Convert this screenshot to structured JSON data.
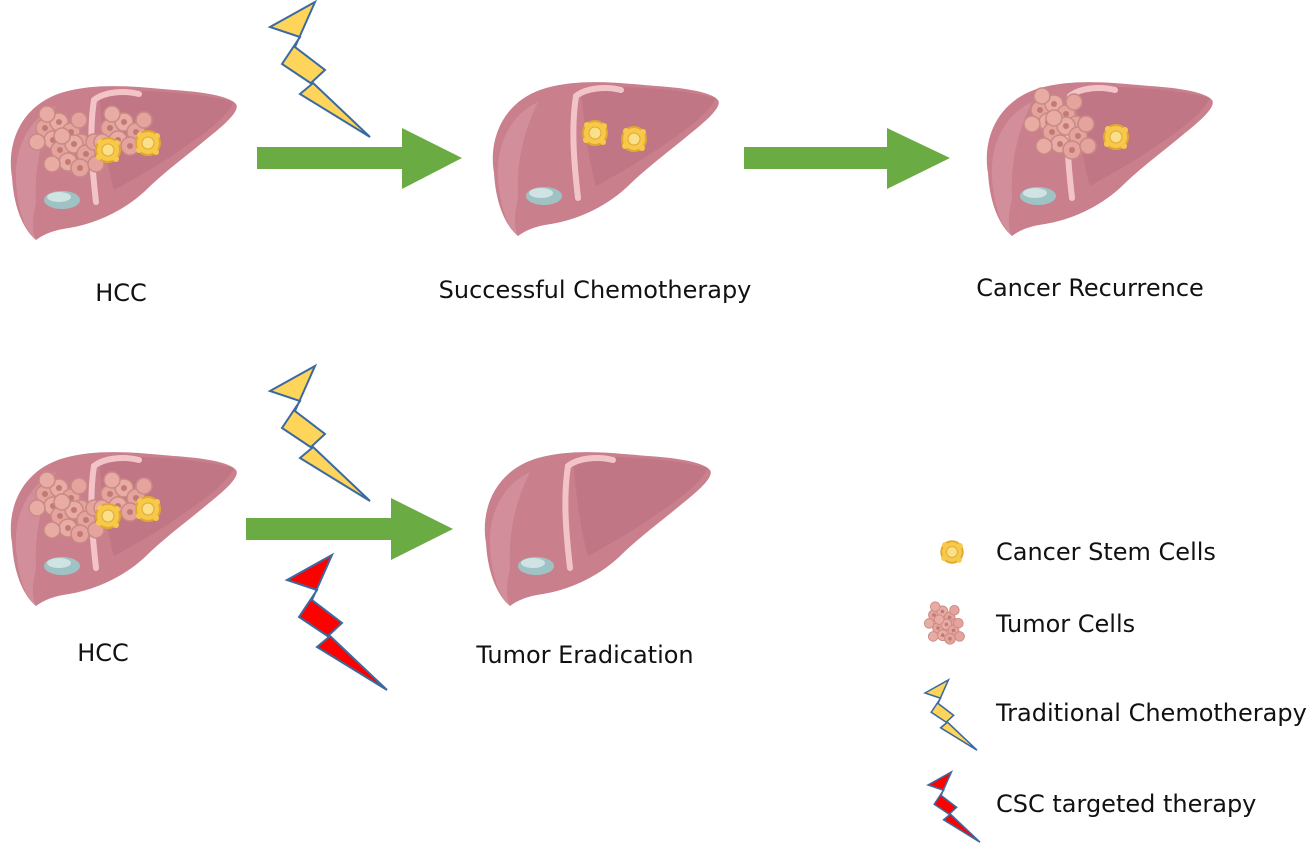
{
  "row1": {
    "stage1_label": "HCC",
    "stage2_label": "Successful Chemotherapy",
    "stage3_label": "Cancer Recurrence"
  },
  "row2": {
    "stage1_label": "HCC",
    "stage2_label": "Tumor Eradication"
  },
  "legend": {
    "items": [
      {
        "icon": "cancer-stem-cell-icon",
        "label": "Cancer Stem Cells"
      },
      {
        "icon": "tumor-cells-icon",
        "label": "Tumor Cells"
      },
      {
        "icon": "yellow-lightning-icon",
        "label": "Traditional Chemotherapy"
      },
      {
        "icon": "red-lightning-icon",
        "label": "CSC targeted therapy"
      }
    ]
  },
  "colors": {
    "liver": "#c97f8c",
    "liver_dark": "#b36a78",
    "arrow": "#6aab44",
    "traditional_bolt": "#ffd45a",
    "csc_bolt": "#ff0000",
    "bolt_outline": "#3a6aa0",
    "stem_cell": "#f7c84a",
    "tumor_cell": "#e4a39c"
  }
}
